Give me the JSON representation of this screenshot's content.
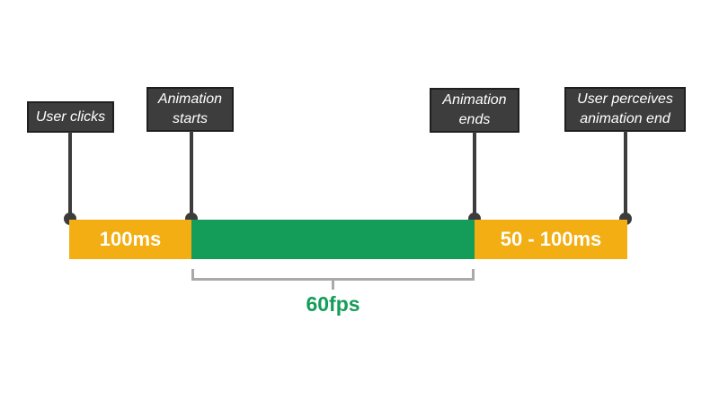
{
  "callouts": [
    {
      "label": "User clicks"
    },
    {
      "label": "Animation starts"
    },
    {
      "label": "Animation ends"
    },
    {
      "label": "User perceives animation end"
    }
  ],
  "timeline": {
    "segments": [
      {
        "label": "100ms",
        "color": "#f2ae13"
      },
      {
        "label": "",
        "color": "#149d59"
      },
      {
        "label": "50 - 100ms",
        "color": "#f2ae13"
      }
    ]
  },
  "bracket": {
    "label": "60fps",
    "color": "#149d59"
  },
  "colors": {
    "background": "#ffffff",
    "amber": "#f2ae13",
    "green": "#149d59",
    "callout_box": "#3d3d3d",
    "callout_border": "#1f1f1f",
    "connector": "#3c3c3c",
    "bracket": "#a9a9a9",
    "text_on_dark": "#ffffff"
  }
}
